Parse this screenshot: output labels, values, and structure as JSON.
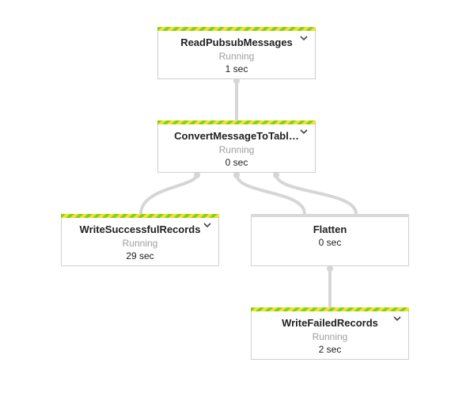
{
  "nodes": {
    "read": {
      "name": "ReadPubsubMessages",
      "status": "Running",
      "duration": "1 sec",
      "icon": "chevron-down-icon"
    },
    "convert": {
      "name": "ConvertMessageToTabl…",
      "status": "Running",
      "duration": "0 sec",
      "icon": "chevron-down-icon"
    },
    "write_success": {
      "name": "WriteSuccessfulRecords",
      "status": "Running",
      "duration": "29 sec",
      "icon": "chevron-down-icon"
    },
    "flatten": {
      "name": "Flatten",
      "duration": "0 sec"
    },
    "write_failed": {
      "name": "WriteFailedRecords",
      "status": "Running",
      "duration": "2 sec",
      "icon": "chevron-down-icon"
    }
  },
  "colors": {
    "running_stripe_a": "#7ed321",
    "running_stripe_b": "#f5e028",
    "edge": "#d6d6d6",
    "status_text": "#9e9e9e"
  }
}
